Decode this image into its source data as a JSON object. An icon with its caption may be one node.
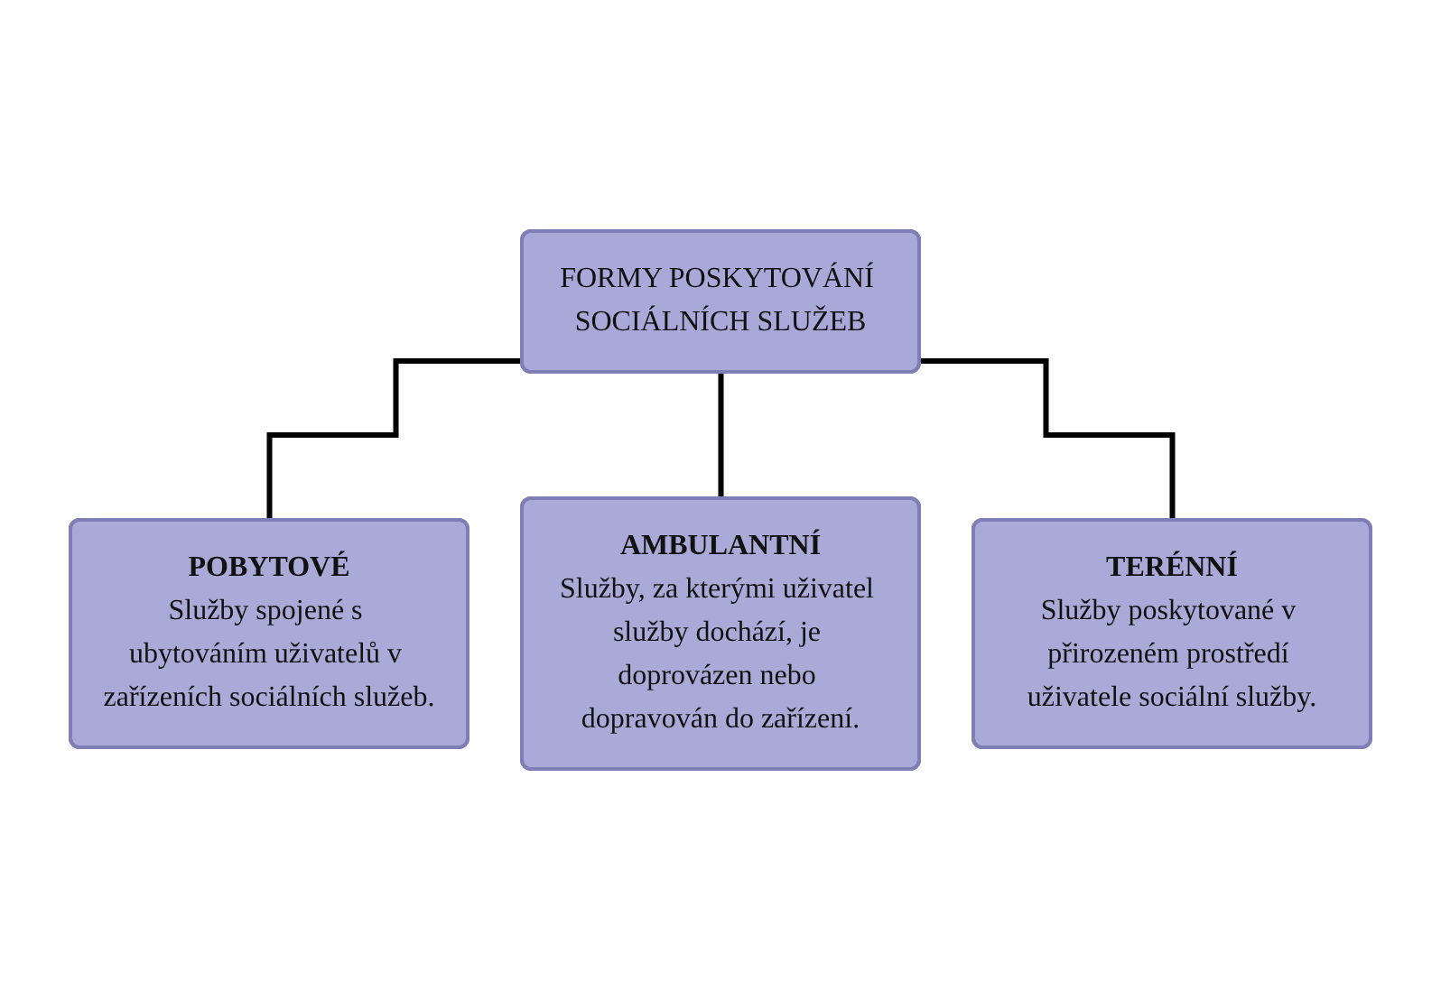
{
  "diagram": {
    "nodes": [
      {
        "text": [
          "FORMY POSKYTOVÁNÍ SOCIÁLNÍCH SLUŽEB"
        ]
      },
      {
        "text": [
          "POBYTOVÉ",
          "Služby spojené s ubytováním uživatelů v zařízeních sociálních služeb."
        ]
      },
      {
        "text": [
          "AMBULANTNÍ",
          "Služby, za kterými uživatel služby dochází, je doprovázen nebo dopravován do zařízení."
        ]
      },
      {
        "text": [
          "TERÉNNÍ",
          "Služby poskytované v přirozeném prostředí uživatele sociální služby."
        ]
      }
    ],
    "edges": [
      {
        "from": 0,
        "to": 1,
        "arrow": "none"
      },
      {
        "from": 0,
        "to": 2,
        "arrow": "none"
      },
      {
        "from": 0,
        "to": 3,
        "arrow": "none"
      }
    ]
  }
}
